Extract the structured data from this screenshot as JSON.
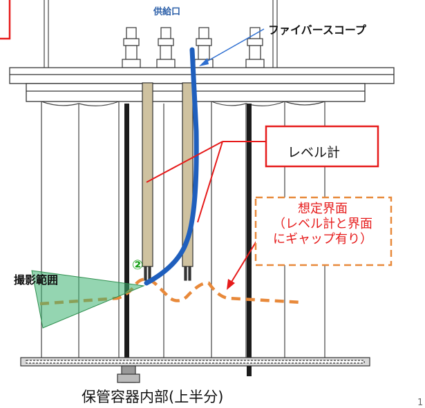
{
  "labels": {
    "supply_port": "供給口",
    "fiberscope": "ファイバースコープ",
    "level_gauge": "レベル計",
    "assumed_interface": [
      "想定界面",
      "（レベル計と界面",
      "にギャップ有り）"
    ],
    "imaging_range": "撮影範囲",
    "circled_number": "②",
    "caption": "保管容器内部(上半分)",
    "page_number": "1"
  },
  "colors": {
    "fiberscope": "#1f5fbd",
    "arrow_blue": "#2e6fd1",
    "callout_red": "#e61a1a",
    "interface_orange": "#e8893a",
    "imaging_green": "#3cb371",
    "gauge_tan": "#cfc2a0"
  }
}
